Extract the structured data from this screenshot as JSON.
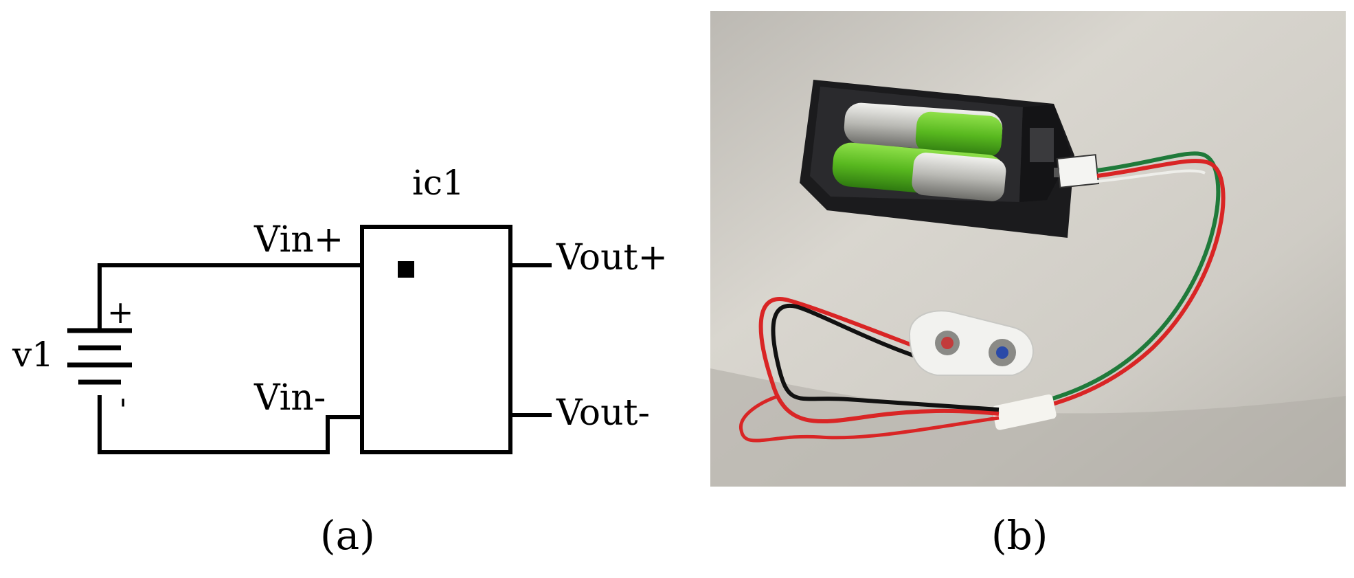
{
  "panel_a": {
    "component_label": "ic1",
    "source_label": "v1",
    "plus_sign": "+",
    "minus_sign": "-",
    "pin_vin_plus": "Vin+",
    "pin_vin_minus": "Vin-",
    "pin_vout_plus": "Vout+",
    "pin_vout_minus": "Vout-",
    "caption": "(a)"
  },
  "panel_b": {
    "caption": "(b)"
  },
  "colors": {
    "wire_black": "#000000",
    "wire_red": "#d92525",
    "wire_green": "#1f7a3a",
    "surface": "#dcd9d3",
    "battery_green": "#6fcf2e",
    "battery_silver": "#c9c9c4",
    "holder_black": "#1b1b1d",
    "snap_white": "#f2f2ef"
  }
}
